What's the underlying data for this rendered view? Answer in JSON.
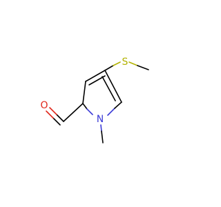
{
  "molecule": {
    "atoms": {
      "sulfur": {
        "symbol": "S",
        "color": "#b2b200"
      },
      "nitrogen": {
        "symbol": "N",
        "color": "#3b3bd6"
      },
      "oxygen": {
        "symbol": "O",
        "color": "#e0271b"
      }
    },
    "colors": {
      "bond": "#000000",
      "background": "#ffffff"
    }
  }
}
